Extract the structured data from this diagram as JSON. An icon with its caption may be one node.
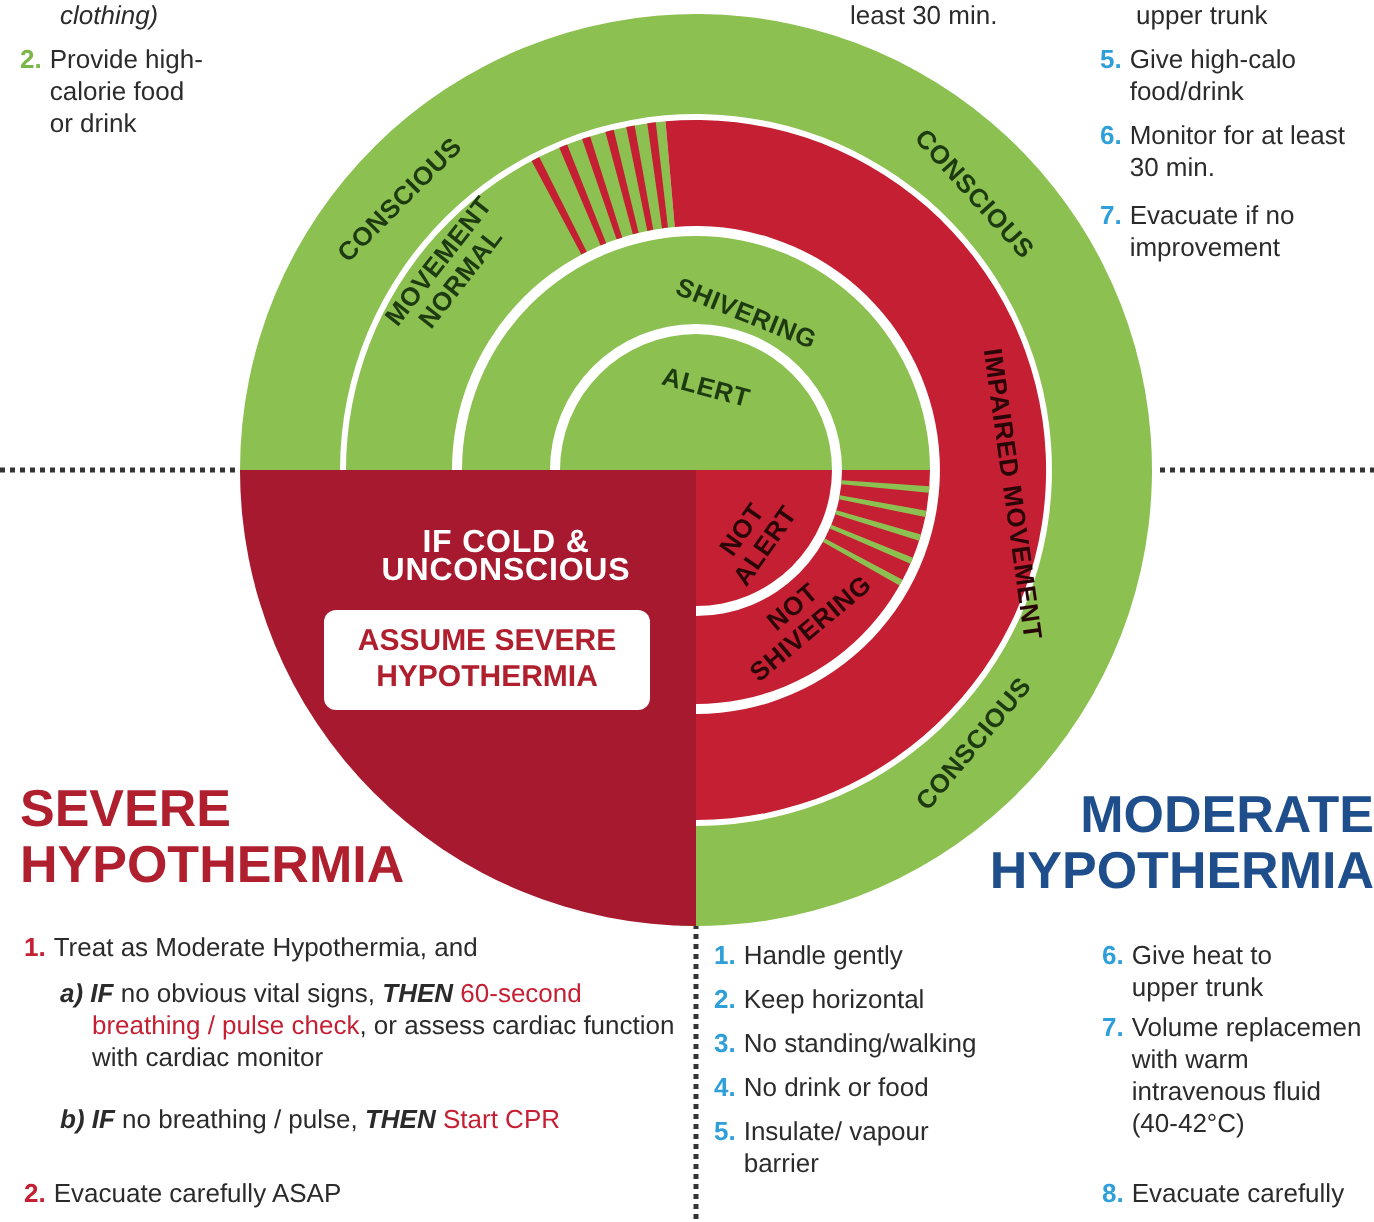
{
  "diagram": {
    "nodes": [
      {
        "text": [
          "CONSCIOUS",
          "CONSCIOUS",
          "CONSCIOUS"
        ]
      },
      {
        "text": [
          "MOVEMENT NORMAL"
        ]
      },
      {
        "text": [
          "IMPAIRED MOVEMENT"
        ]
      },
      {
        "text": [
          "SHIVERING"
        ]
      },
      {
        "text": [
          "ALERT"
        ]
      },
      {
        "text": [
          "NOT ALERT"
        ]
      },
      {
        "text": [
          "NOT SHIVERING"
        ]
      },
      {
        "text": [
          "IF COLD & UNCONSCIOUS"
        ]
      },
      {
        "text": [
          "ASSUME SEVERE HYPOTHERMIA"
        ],
        "in": 7
      }
    ],
    "labels": [
      "clothing)",
      "2. Provide high-calorie food or drink",
      "least 30 min.",
      "upper trunk",
      "5. Give high-calo food/drink",
      "6. Monitor for at least 30 min.",
      "7. Evacuate if no improvement",
      "SEVERE HYPOTHERMIA",
      "MODERATE HYPOTHERMIA",
      "1. Treat as Moderate Hypothermia, and",
      "**a) IF** no obvious vital signs, **THEN** *60-second breathing / pulse check*, or assess cardiac function with cardiac monitor",
      "**b) IF** no breathing / pulse, **THEN** *Start CPR*",
      "2. Evacuate carefully ASAP",
      "1. Handle gently",
      "2. Keep horizontal",
      "3. No standing/walking",
      "4. No drink or food",
      "5. Insulate/ vapour barrier",
      "6. Give heat to upper trunk",
      "7. Volume replacemen with warm intravenous fluid (40-42°C)",
      "8. Evacuate carefully"
    ]
  }
}
